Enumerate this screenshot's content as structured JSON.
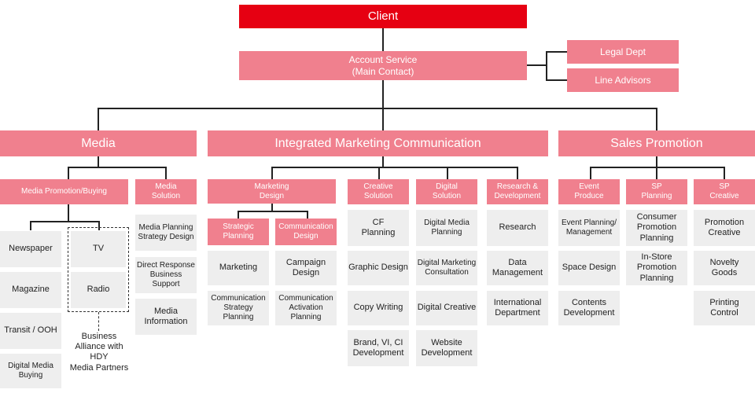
{
  "top": {
    "client": "Client",
    "account_service": "Account Service\n(Main Contact)",
    "legal": "Legal Dept",
    "line_advisors": "Line Advisors"
  },
  "divisions": {
    "media": "Media",
    "imc": "Integrated Marketing Communication",
    "sp": "Sales Promotion"
  },
  "media": {
    "promotion_buying": "Media Promotion/Buying",
    "solution": "Media\nSolution",
    "newspaper": "Newspaper",
    "magazine": "Magazine",
    "transit": "Transit / OOH",
    "digital_buying": "Digital Media\nBuying",
    "tv": "TV",
    "radio": "Radio",
    "alliance_note": "Business\nAlliance with\nHDY\nMedia Partners",
    "planning_strategy": "Media Planning\nStrategy Design",
    "direct_response": "Direct Response\nBusiness Support",
    "information": "Media\nInformation"
  },
  "imc": {
    "marketing_design": "Marketing\nDesign",
    "strategic_planning": "Strategic\nPlanning",
    "communication_design": "Communication\nDesign",
    "marketing": "Marketing",
    "comm_strategy": "Communication\nStrategy\nPlanning",
    "campaign_design": "Campaign\nDesign",
    "comm_activation": "Communication\nActivation\nPlanning",
    "creative_solution": "Creative\nSolution",
    "cf_planning": "CF\nPlanning",
    "graphic_design": "Graphic Design",
    "copy_writing": "Copy Writing",
    "brand_vi_ci": "Brand, VI, CI\nDevelopment",
    "digital_solution": "Digital\nSolution",
    "digital_media_planning": "Digital Media\nPlanning",
    "digital_marketing": "Digital Marketing\nConsultation",
    "digital_creative": "Digital Creative",
    "website": "Website\nDevelopment",
    "rnd": "Research &\nDevelopment",
    "research": "Research",
    "data_management": "Data\nManagement",
    "international": "International\nDepartment"
  },
  "sp": {
    "event_produce": "Event\nProduce",
    "event_planning": "Event Planning/\nManagement",
    "space_design": "Space Design",
    "contents_dev": "Contents\nDevelopment",
    "sp_planning": "SP\nPlanning",
    "consumer_promo": "Consumer\nPromotion\nPlanning",
    "instore_promo": "In-Store\nPromotion\nPlanning",
    "sp_creative": "SP\nCreative",
    "promotion_creative": "Promotion\nCreative",
    "novelty_goods": "Novelty\nGoods",
    "printing_control": "Printing\nControl"
  },
  "colors": {
    "client_red": "#e60012",
    "pink": "#f0808e",
    "gray": "#eeeeee"
  }
}
